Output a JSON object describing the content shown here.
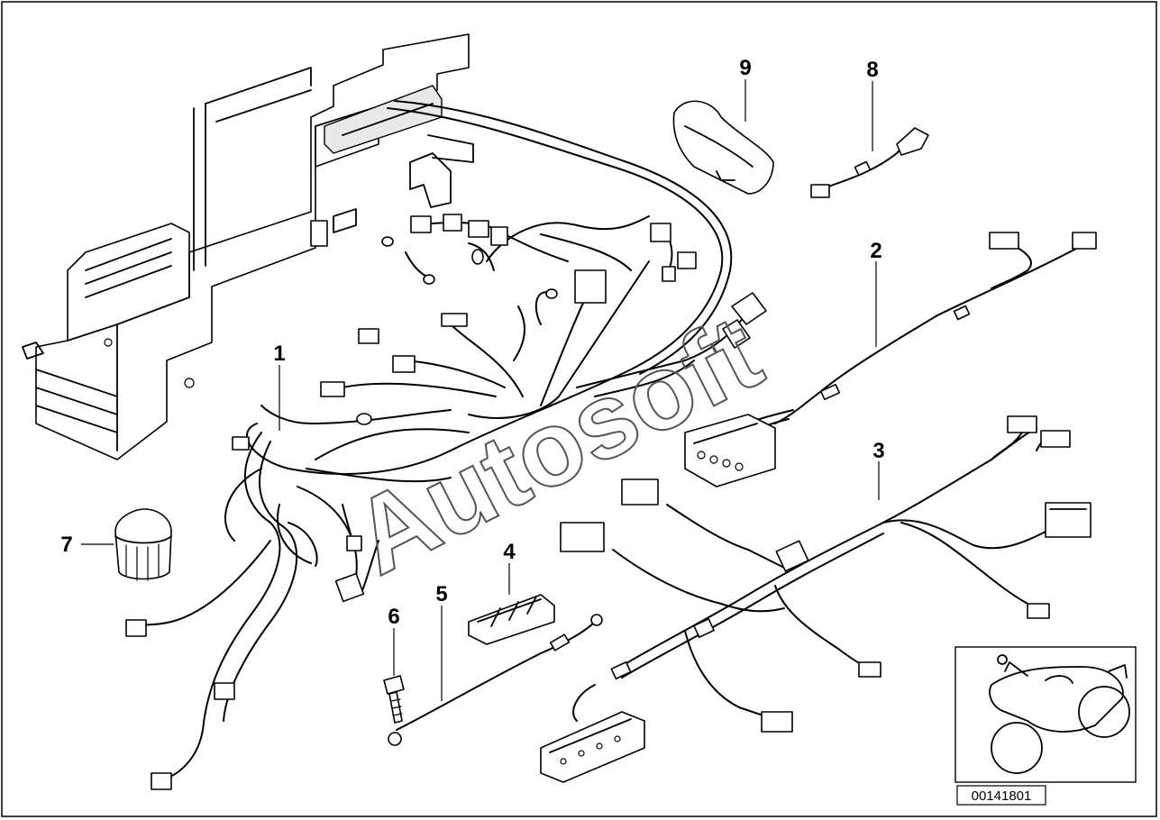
{
  "diagram": {
    "part_number": "00141801",
    "watermark": "Autosoft",
    "callouts": [
      {
        "id": "1",
        "label": "1"
      },
      {
        "id": "2",
        "label": "2"
      },
      {
        "id": "3",
        "label": "3"
      },
      {
        "id": "4",
        "label": "4"
      },
      {
        "id": "5",
        "label": "5"
      },
      {
        "id": "6",
        "label": "6"
      },
      {
        "id": "7",
        "label": "7"
      },
      {
        "id": "8",
        "label": "8"
      },
      {
        "id": "9",
        "label": "9"
      }
    ]
  }
}
